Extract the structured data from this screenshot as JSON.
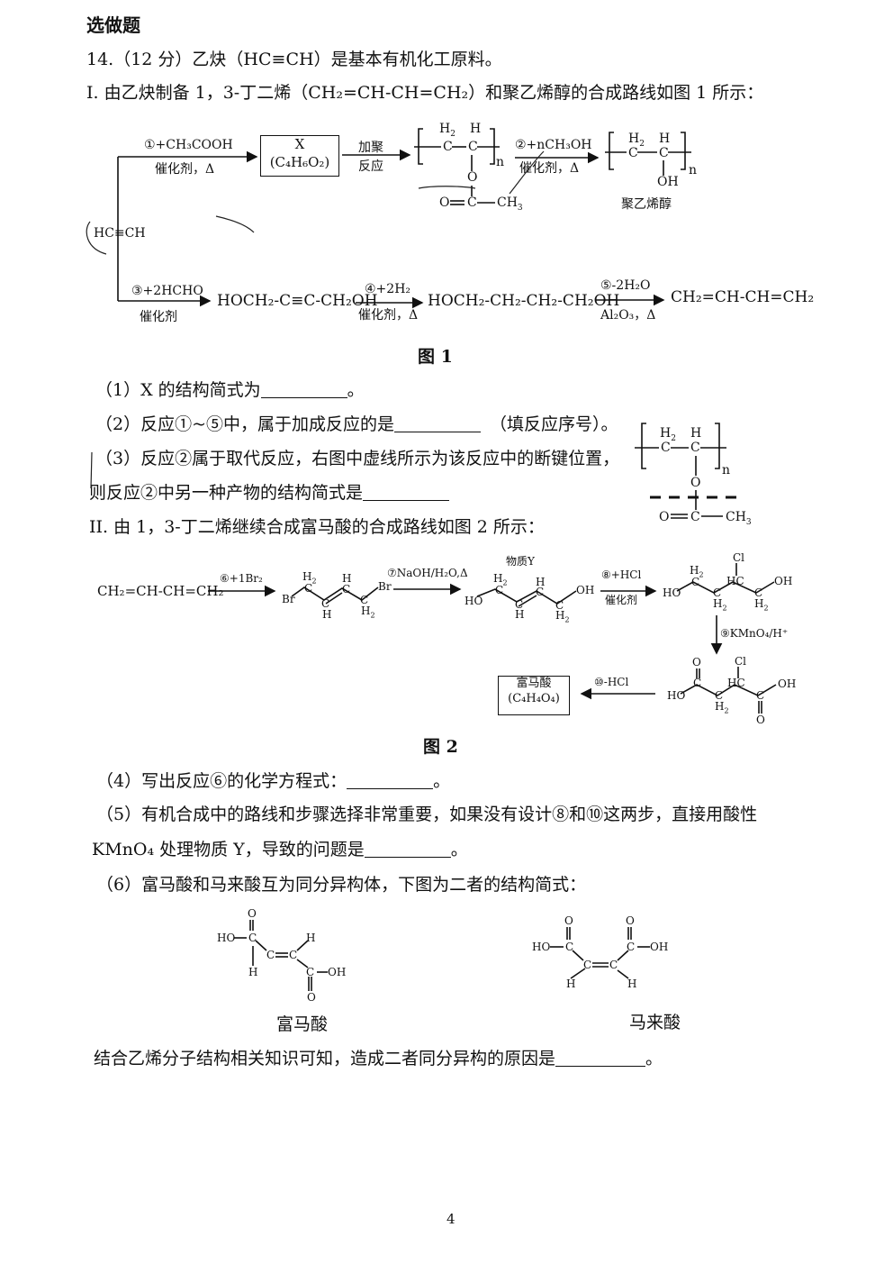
{
  "section_title": "选做题",
  "question": {
    "header": "14.（12 分）乙炔（HC≡CH）是基本有机化工原料。",
    "part1_intro": "I. 由乙炔制备 1，3-丁二烯（CH₂=CH-CH=CH₂）和聚乙烯醇的合成路线如图 1 所示：",
    "fig1": {
      "start": "HC≡CH",
      "r1_reagent": "①+CH₃COOH",
      "r1_cond": "催化剂，Δ",
      "x_label": "X",
      "x_formula": "(C₄H₆O₂)",
      "addpoly_top": "加聚",
      "addpoly_bottom": "反应",
      "r2_reagent": "②+nCH₃OH",
      "r2_cond": "催化剂，Δ",
      "polymer_name": "聚乙烯醇",
      "r3_reagent": "③+2HCHO",
      "r3_cond": "催化剂",
      "p3": "HOCH₂-C≡C-CH₂OH",
      "r4_reagent": "④+2H₂",
      "r4_cond": "催化剂，Δ",
      "p4": "HOCH₂-CH₂-CH₂-CH₂OH",
      "r5_reagent": "⑤-2H₂O",
      "r5_cond": "Al₂O₃，Δ",
      "p5": "CH₂=CH-CH=CH₂",
      "caption": "图 1"
    },
    "q1": "（1）X 的结构简式为",
    "q2a": "（2）反应①~⑤中，属于加成反应的是",
    "q2b": "（填反应序号）。",
    "q3a": "（3）反应②属于取代反应，右图中虚线所示为该反应中的断键位置，",
    "q3b": "则反应②中另一种产物的结构简式是",
    "part2_intro": "II. 由 1，3-丁二烯继续合成富马酸的合成路线如图 2 所示：",
    "fig2": {
      "start": "CH₂=CH-CH=CH₂",
      "r6": "⑥+1Br₂",
      "r7": "⑦NaOH/H₂O,Δ",
      "substance_y": "物质Y",
      "r8": "⑧+HCl",
      "r8_cond": "催化剂",
      "r9": "⑨KMnO₄/H⁺",
      "r10": "⑩-HCl",
      "product_name": "富马酸",
      "product_formula": "(C₄H₄O₄)",
      "caption": "图 2"
    },
    "q4": "（4）写出反应⑥的化学方程式：",
    "q5a": "（5）有机合成中的路线和步骤选择非常重要，如果没有设计⑧和⑩这两步，直接用酸性",
    "q5b": "KMnO₄ 处理物质 Y，导致的问题是",
    "q6": "（6）富马酸和马来酸互为同分异构体，下图为二者的结构简式：",
    "fumaric_name": "富马酸",
    "maleic_name": "马来酸",
    "q6b": "结合乙烯分子结构相关知识可知，造成二者同分异构的原因是"
  },
  "page_number": "4"
}
